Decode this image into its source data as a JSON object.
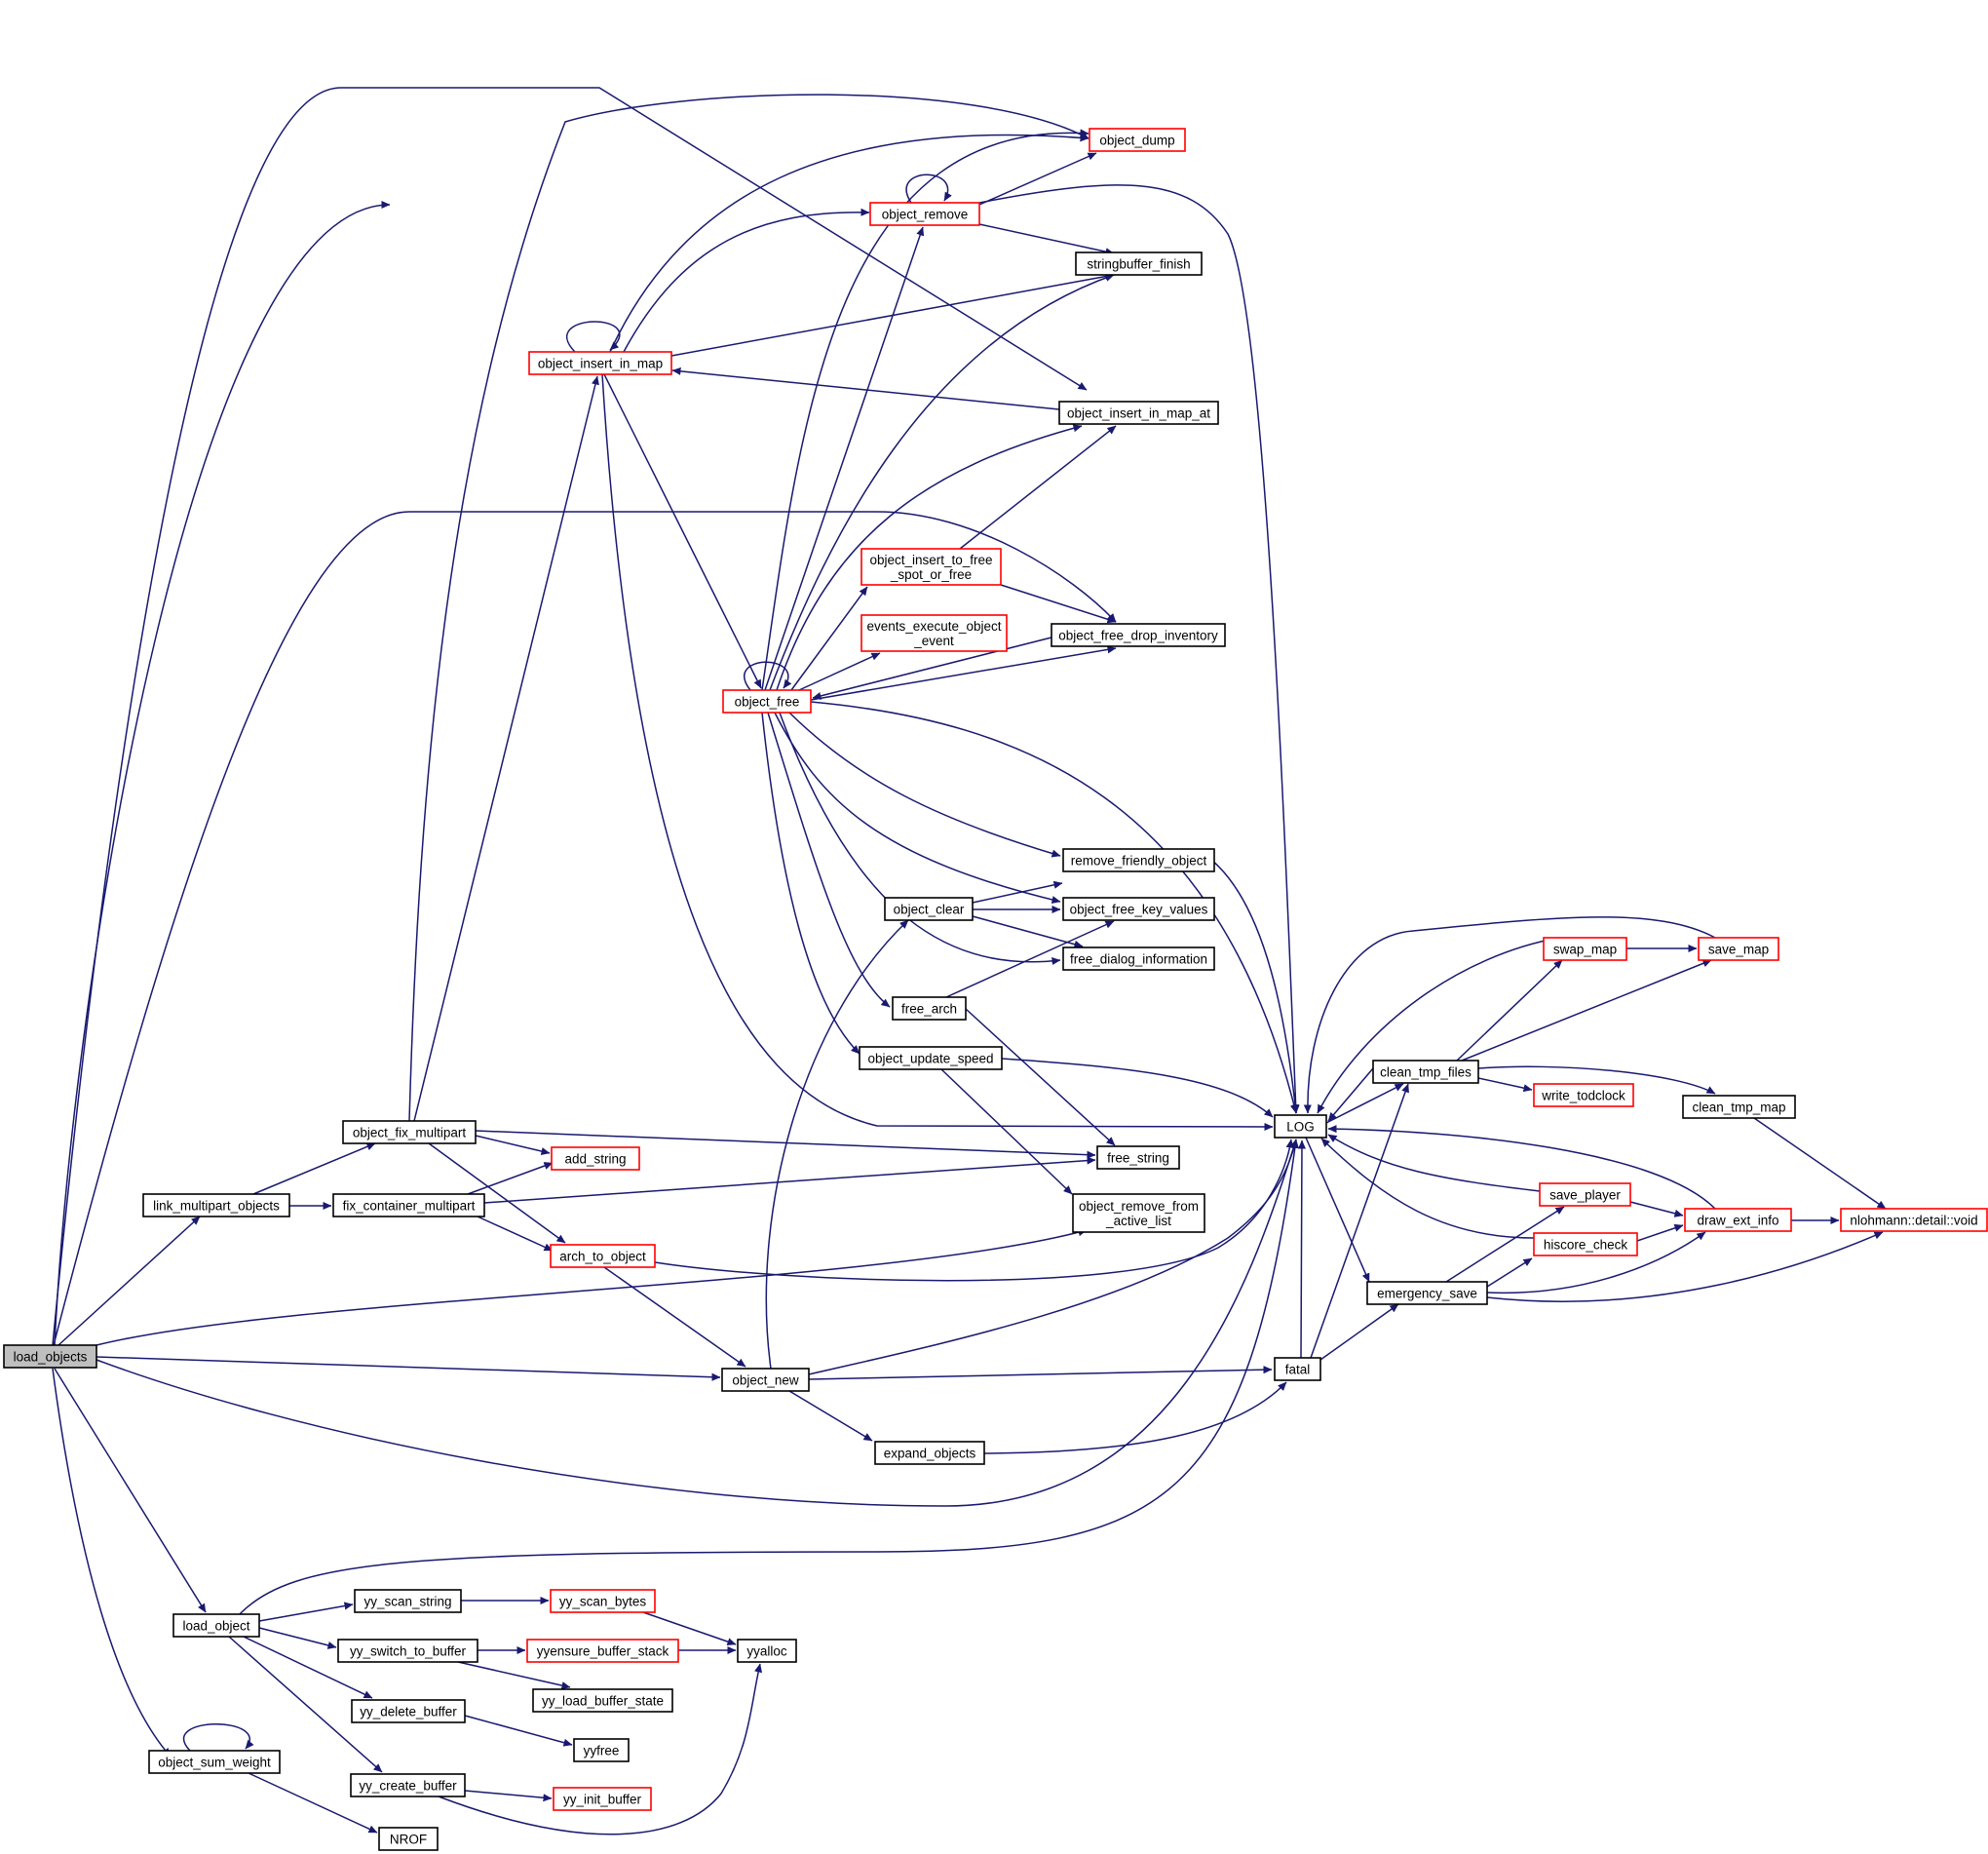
{
  "colors": {
    "edge": "#191970",
    "red_border": "#ff0000",
    "black_border": "#000000",
    "focus_fill": "#bfbfbf"
  },
  "nodes": {
    "load_objects": {
      "lines": [
        "load_objects"
      ],
      "style": "focus"
    },
    "link_multipart_objects": {
      "lines": [
        "link_multipart_objects"
      ],
      "style": "black"
    },
    "object_fix_multipart": {
      "lines": [
        "object_fix_multipart"
      ],
      "style": "black"
    },
    "fix_container_multipart": {
      "lines": [
        "fix_container_multipart"
      ],
      "style": "black"
    },
    "add_string": {
      "lines": [
        "add_string"
      ],
      "style": "red"
    },
    "arch_to_object": {
      "lines": [
        "arch_to_object"
      ],
      "style": "red"
    },
    "object_insert_in_map": {
      "lines": [
        "object_insert_in_map"
      ],
      "style": "red"
    },
    "object_dump": {
      "lines": [
        "object_dump"
      ],
      "style": "red"
    },
    "object_remove": {
      "lines": [
        "object_remove"
      ],
      "style": "red"
    },
    "stringbuffer_finish": {
      "lines": [
        "stringbuffer_finish"
      ],
      "style": "black"
    },
    "object_insert_in_map_at": {
      "lines": [
        "object_insert_in_map_at"
      ],
      "style": "black"
    },
    "object_insert_to_free_spot_or_free": {
      "lines": [
        "object_insert_to_free",
        "_spot_or_free"
      ],
      "style": "red"
    },
    "events_execute_object_event": {
      "lines": [
        "events_execute_object",
        "_event"
      ],
      "style": "red"
    },
    "object_free_drop_inventory": {
      "lines": [
        "object_free_drop_inventory"
      ],
      "style": "black"
    },
    "object_free": {
      "lines": [
        "object_free"
      ],
      "style": "red"
    },
    "remove_friendly_object": {
      "lines": [
        "remove_friendly_object"
      ],
      "style": "black"
    },
    "object_clear": {
      "lines": [
        "object_clear"
      ],
      "style": "black"
    },
    "object_free_key_values": {
      "lines": [
        "object_free_key_values"
      ],
      "style": "black"
    },
    "free_dialog_information": {
      "lines": [
        "free_dialog_information"
      ],
      "style": "black"
    },
    "free_arch": {
      "lines": [
        "free_arch"
      ],
      "style": "black"
    },
    "object_update_speed": {
      "lines": [
        "object_update_speed"
      ],
      "style": "black"
    },
    "free_string": {
      "lines": [
        "free_string"
      ],
      "style": "black"
    },
    "object_remove_from_active_list": {
      "lines": [
        "object_remove_from",
        "_active_list"
      ],
      "style": "black"
    },
    "LOG": {
      "lines": [
        "LOG"
      ],
      "style": "black"
    },
    "object_new": {
      "lines": [
        "object_new"
      ],
      "style": "black"
    },
    "expand_objects": {
      "lines": [
        "expand_objects"
      ],
      "style": "black"
    },
    "fatal": {
      "lines": [
        "fatal"
      ],
      "style": "black"
    },
    "clean_tmp_files": {
      "lines": [
        "clean_tmp_files"
      ],
      "style": "black"
    },
    "emergency_save": {
      "lines": [
        "emergency_save"
      ],
      "style": "black"
    },
    "swap_map": {
      "lines": [
        "swap_map"
      ],
      "style": "red"
    },
    "save_map": {
      "lines": [
        "save_map"
      ],
      "style": "red"
    },
    "write_todclock": {
      "lines": [
        "write_todclock"
      ],
      "style": "red"
    },
    "clean_tmp_map": {
      "lines": [
        "clean_tmp_map"
      ],
      "style": "black"
    },
    "save_player": {
      "lines": [
        "save_player"
      ],
      "style": "red"
    },
    "hiscore_check": {
      "lines": [
        "hiscore_check"
      ],
      "style": "red"
    },
    "draw_ext_info": {
      "lines": [
        "draw_ext_info"
      ],
      "style": "red"
    },
    "nlohmann_detail_void": {
      "lines": [
        "nlohmann::detail::void"
      ],
      "style": "red"
    },
    "load_object": {
      "lines": [
        "load_object"
      ],
      "style": "black"
    },
    "yy_scan_string": {
      "lines": [
        "yy_scan_string"
      ],
      "style": "black"
    },
    "yy_scan_bytes": {
      "lines": [
        "yy_scan_bytes"
      ],
      "style": "red"
    },
    "yy_switch_to_buffer": {
      "lines": [
        "yy_switch_to_buffer"
      ],
      "style": "black"
    },
    "yyensure_buffer_stack": {
      "lines": [
        "yyensure_buffer_stack"
      ],
      "style": "red"
    },
    "yyalloc": {
      "lines": [
        "yyalloc"
      ],
      "style": "black"
    },
    "yy_load_buffer_state": {
      "lines": [
        "yy_load_buffer_state"
      ],
      "style": "black"
    },
    "yy_delete_buffer": {
      "lines": [
        "yy_delete_buffer"
      ],
      "style": "black"
    },
    "yyfree": {
      "lines": [
        "yyfree"
      ],
      "style": "black"
    },
    "yy_create_buffer": {
      "lines": [
        "yy_create_buffer"
      ],
      "style": "black"
    },
    "yy_init_buffer": {
      "lines": [
        "yy_init_buffer"
      ],
      "style": "red"
    },
    "object_sum_weight": {
      "lines": [
        "object_sum_weight"
      ],
      "style": "black"
    },
    "NROF": {
      "lines": [
        "NROF"
      ],
      "style": "black"
    }
  },
  "edges": [
    [
      "load_objects",
      "LOG"
    ],
    [
      "load_objects",
      "object_insert_in_map_at"
    ],
    [
      "load_objects",
      "object_free_drop_inventory"
    ],
    [
      "load_objects",
      "link_multipart_objects"
    ],
    [
      "load_objects",
      "object_remove_from_active_list"
    ],
    [
      "load_objects",
      "object_new"
    ],
    [
      "load_objects",
      "LOG"
    ],
    [
      "load_objects",
      "load_object"
    ],
    [
      "load_objects",
      "object_sum_weight"
    ],
    [
      "link_multipart_objects",
      "object_fix_multipart"
    ],
    [
      "link_multipart_objects",
      "fix_container_multipart"
    ],
    [
      "object_fix_multipart",
      "object_dump"
    ],
    [
      "object_fix_multipart",
      "object_insert_in_map"
    ],
    [
      "object_fix_multipart",
      "add_string"
    ],
    [
      "object_fix_multipart",
      "free_string"
    ],
    [
      "object_fix_multipart",
      "arch_to_object"
    ],
    [
      "fix_container_multipart",
      "add_string"
    ],
    [
      "fix_container_multipart",
      "free_string"
    ],
    [
      "fix_container_multipart",
      "arch_to_object"
    ],
    [
      "arch_to_object",
      "LOG"
    ],
    [
      "arch_to_object",
      "object_new"
    ],
    [
      "object_insert_in_map",
      "object_insert_in_map"
    ],
    [
      "object_insert_in_map",
      "object_dump"
    ],
    [
      "object_insert_in_map",
      "object_remove"
    ],
    [
      "object_insert_in_map",
      "stringbuffer_finish"
    ],
    [
      "object_insert_in_map",
      "object_free"
    ],
    [
      "object_insert_in_map",
      "LOG"
    ],
    [
      "object_remove",
      "object_remove"
    ],
    [
      "object_remove",
      "object_dump"
    ],
    [
      "object_remove",
      "stringbuffer_finish"
    ],
    [
      "object_remove",
      "LOG"
    ],
    [
      "object_insert_in_map_at",
      "object_insert_in_map"
    ],
    [
      "object_insert_to_free_spot_or_free",
      "object_insert_in_map_at"
    ],
    [
      "object_insert_to_free_spot_or_free",
      "object_free_drop_inventory"
    ],
    [
      "object_free_drop_inventory",
      "object_free"
    ],
    [
      "object_free",
      "object_free"
    ],
    [
      "object_free",
      "object_dump"
    ],
    [
      "object_free",
      "object_remove"
    ],
    [
      "object_free",
      "stringbuffer_finish"
    ],
    [
      "object_free",
      "object_insert_in_map_at"
    ],
    [
      "object_free",
      "object_insert_to_free_spot_or_free"
    ],
    [
      "object_free",
      "events_execute_object_event"
    ],
    [
      "object_free",
      "object_free_drop_inventory"
    ],
    [
      "object_free",
      "LOG"
    ],
    [
      "object_free",
      "remove_friendly_object"
    ],
    [
      "object_free",
      "object_free_key_values"
    ],
    [
      "object_free",
      "free_dialog_information"
    ],
    [
      "object_free",
      "free_arch"
    ],
    [
      "object_free",
      "object_update_speed"
    ],
    [
      "object_clear",
      "remove_friendly_object"
    ],
    [
      "object_clear",
      "object_free_key_values"
    ],
    [
      "object_clear",
      "free_dialog_information"
    ],
    [
      "remove_friendly_object",
      "LOG"
    ],
    [
      "free_arch",
      "object_free_key_values"
    ],
    [
      "free_arch",
      "free_string"
    ],
    [
      "object_update_speed",
      "LOG"
    ],
    [
      "object_update_speed",
      "object_remove_from_active_list"
    ],
    [
      "object_new",
      "object_clear"
    ],
    [
      "object_new",
      "LOG"
    ],
    [
      "object_new",
      "fatal"
    ],
    [
      "object_new",
      "expand_objects"
    ],
    [
      "expand_objects",
      "fatal"
    ],
    [
      "fatal",
      "LOG"
    ],
    [
      "fatal",
      "clean_tmp_files"
    ],
    [
      "fatal",
      "emergency_save"
    ],
    [
      "LOG",
      "clean_tmp_files"
    ],
    [
      "LOG",
      "emergency_save"
    ],
    [
      "clean_tmp_files",
      "LOG"
    ],
    [
      "clean_tmp_files",
      "swap_map"
    ],
    [
      "clean_tmp_files",
      "save_map"
    ],
    [
      "clean_tmp_files",
      "write_todclock"
    ],
    [
      "clean_tmp_files",
      "clean_tmp_map"
    ],
    [
      "swap_map",
      "LOG"
    ],
    [
      "swap_map",
      "save_map"
    ],
    [
      "save_map",
      "LOG"
    ],
    [
      "clean_tmp_map",
      "nlohmann_detail_void"
    ],
    [
      "emergency_save",
      "save_player"
    ],
    [
      "emergency_save",
      "hiscore_check"
    ],
    [
      "emergency_save",
      "draw_ext_info"
    ],
    [
      "emergency_save",
      "nlohmann_detail_void"
    ],
    [
      "save_player",
      "LOG"
    ],
    [
      "save_player",
      "draw_ext_info"
    ],
    [
      "hiscore_check",
      "LOG"
    ],
    [
      "hiscore_check",
      "draw_ext_info"
    ],
    [
      "draw_ext_info",
      "LOG"
    ],
    [
      "draw_ext_info",
      "nlohmann_detail_void"
    ],
    [
      "load_object",
      "LOG"
    ],
    [
      "load_object",
      "yy_scan_string"
    ],
    [
      "load_object",
      "yy_switch_to_buffer"
    ],
    [
      "load_object",
      "yy_delete_buffer"
    ],
    [
      "load_object",
      "yy_create_buffer"
    ],
    [
      "yy_scan_string",
      "yy_scan_bytes"
    ],
    [
      "yy_scan_bytes",
      "yyalloc"
    ],
    [
      "yy_switch_to_buffer",
      "yyensure_buffer_stack"
    ],
    [
      "yy_switch_to_buffer",
      "yy_load_buffer_state"
    ],
    [
      "yyensure_buffer_stack",
      "yyalloc"
    ],
    [
      "yy_delete_buffer",
      "yyfree"
    ],
    [
      "yy_create_buffer",
      "yy_init_buffer"
    ],
    [
      "yy_create_buffer",
      "yyalloc"
    ],
    [
      "object_sum_weight",
      "object_sum_weight"
    ],
    [
      "object_sum_weight",
      "NROF"
    ]
  ]
}
